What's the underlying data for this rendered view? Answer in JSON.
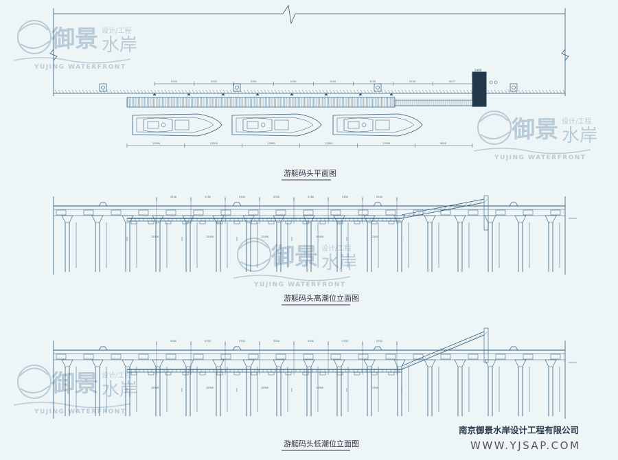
{
  "titles": {
    "plan": "游艇码头平面图",
    "high": "游艇码头高潮位立面图",
    "low": "游艇码头低潮位立面图"
  },
  "company": "南京御景水岸设计工程有限公司",
  "url": "WWW.YJSAP.COM",
  "watermark": {
    "cn": "御景",
    "cn2": "水岸",
    "tag": "设计/工程",
    "en": "YUJING WATERFRONT"
  },
  "dims": {
    "plan_top": [
      "5700",
      "5700",
      "5700",
      "5700",
      "5700",
      "5700",
      "5700",
      "9077"
    ],
    "plan_bottom": [
      "12500",
      "12500",
      "12500",
      "12500",
      "12500",
      "9000"
    ],
    "elev_top": [
      "5700",
      "5700",
      "5700",
      "5700",
      "5700",
      "5700",
      "5700"
    ],
    "elev_bottom": [
      "12500",
      "12500",
      "12500",
      "12500",
      "12500"
    ],
    "tower": "2400"
  },
  "colors": {
    "line": "#2d5878",
    "bg": "#eef5f6",
    "mark": "#b9cbd6"
  }
}
